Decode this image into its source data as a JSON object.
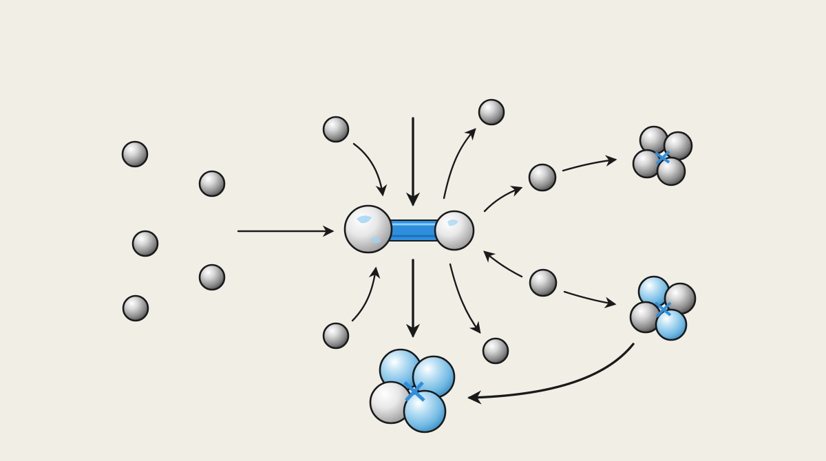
{
  "diagram": {
    "description_text": "",
    "colors": {
      "background": "#f1eee6",
      "particle": "#c9c9c9",
      "particle_dark": "#6e6e6e",
      "bond_blue": "#2f8fde",
      "cluster_blue": "#8fcbea",
      "ink": "#1a1a1a"
    },
    "elements": {
      "free_particles": 6,
      "incoming_particles": 2,
      "outgoing_particles": 5,
      "clusters": 3
    }
  }
}
